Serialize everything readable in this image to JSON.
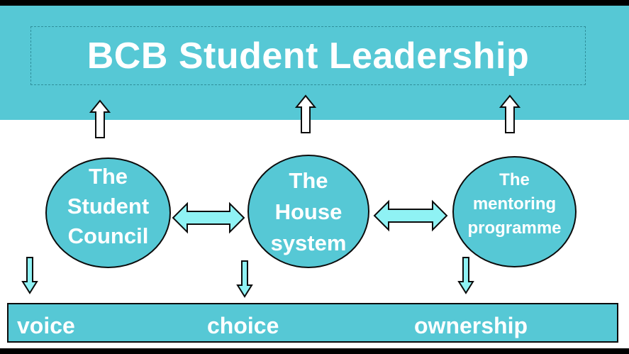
{
  "title": "BCB Student Leadership",
  "nodes": [
    {
      "label": "The\nStudent\nCouncil"
    },
    {
      "label": "The\nHouse\nsystem"
    },
    {
      "label": "The\nmentoring\nprogramme"
    }
  ],
  "outcomes": [
    "voice",
    "choice",
    "ownership"
  ],
  "colors": {
    "accent": "#56c8d5",
    "arrow_fill": "#8ff2f4",
    "outline": "#0c0c0c",
    "text": "#ffffff"
  }
}
